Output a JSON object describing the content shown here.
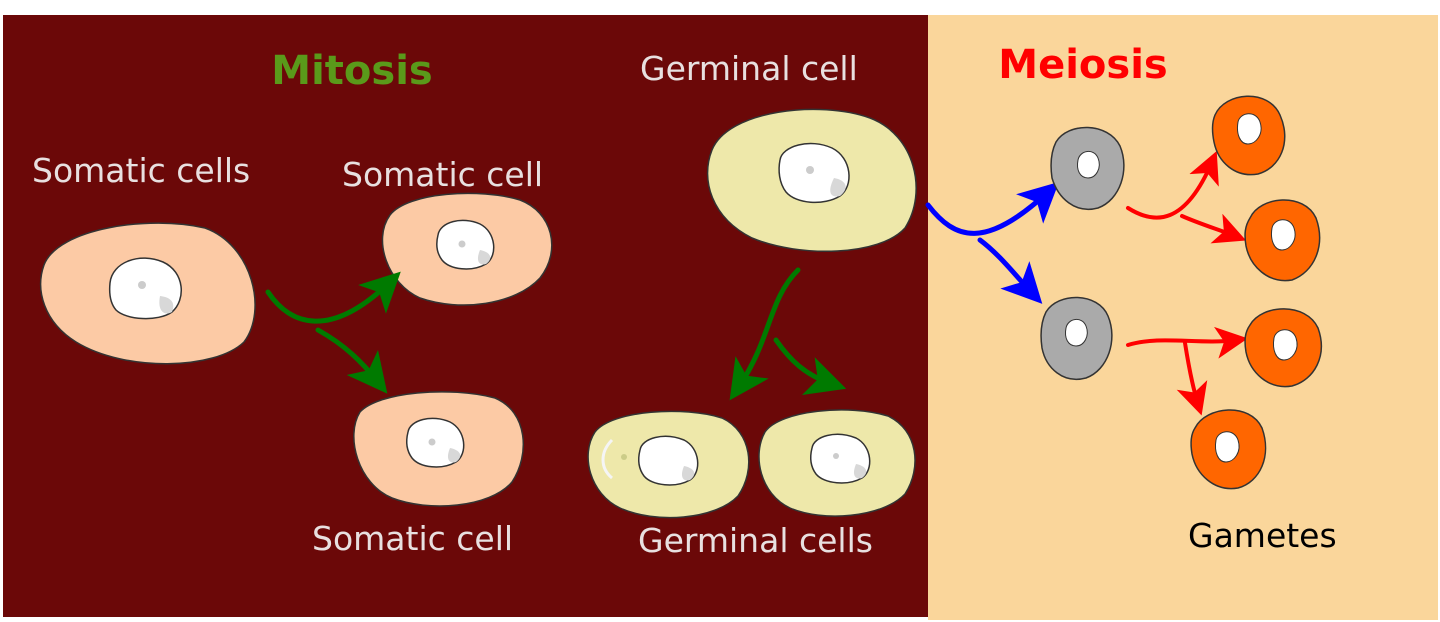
{
  "titles": {
    "mitosis": "Mitosis",
    "meiosis": "Meiosis"
  },
  "labels": {
    "somatic_cells": "Somatic cells",
    "somatic_cell_top": "Somatic cell",
    "somatic_cell_bottom": "Somatic cell",
    "germinal_cell": "Germinal cell",
    "germinal_cells": "Germinal cells",
    "gametes": "Gametes"
  },
  "colors": {
    "mitosis_background": "#6b0808",
    "meiosis_background": "#fad69b",
    "somatic_cell_fill": "#fccaa5",
    "germinal_cell_fill": "#eee8aa",
    "intermediate_cell_fill": "#aaaaaa",
    "gamete_fill": "#ff6600",
    "mitosis_arrow": "#007a00",
    "meiosis_first_arrow": "#0000ff",
    "meiosis_second_arrow": "#ff0000"
  }
}
